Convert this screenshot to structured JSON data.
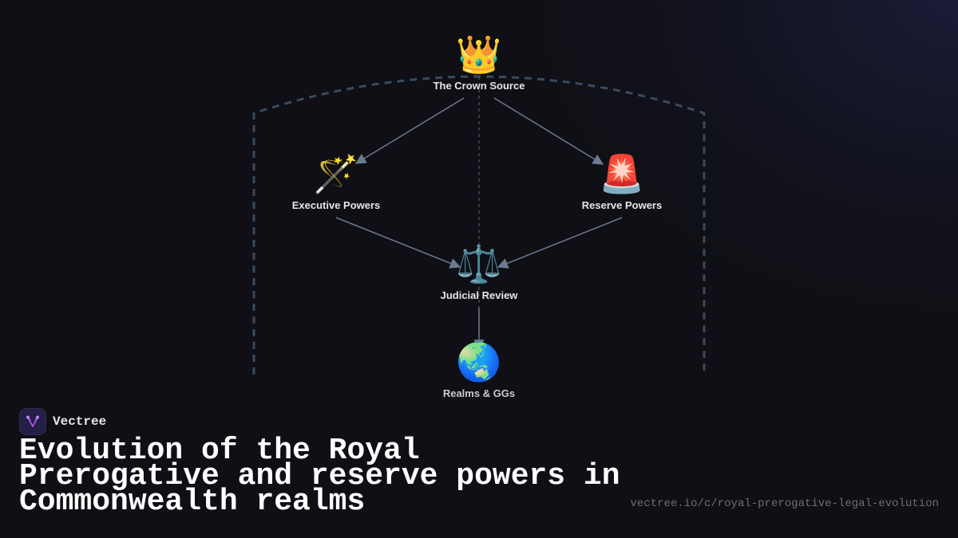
{
  "diagram": {
    "nodes": [
      {
        "id": "crown",
        "label": "The Crown Source",
        "icon": "crown-icon",
        "glyph": "👑"
      },
      {
        "id": "executive",
        "label": "Executive Powers",
        "icon": "magic-wand-icon",
        "glyph": "🪄"
      },
      {
        "id": "reserve",
        "label": "Reserve Powers",
        "icon": "siren-light-icon",
        "glyph": "🚨"
      },
      {
        "id": "judicial",
        "label": "Judicial Review",
        "icon": "scales-icon",
        "glyph": "⚖️"
      },
      {
        "id": "realms",
        "label": "Realms & GGs",
        "icon": "globe-asia-australia-icon",
        "glyph": "🌏"
      }
    ],
    "edges": [
      {
        "from": "crown",
        "to": "executive"
      },
      {
        "from": "crown",
        "to": "reserve"
      },
      {
        "from": "executive",
        "to": "judicial"
      },
      {
        "from": "reserve",
        "to": "judicial"
      },
      {
        "from": "judicial",
        "to": "realms"
      }
    ],
    "colors": {
      "edge": "#6b7a8f",
      "frame": "#3a4a5e",
      "background": "#0f0f15"
    }
  },
  "brand": {
    "name": "Vectree",
    "logo_color": "#a855f7"
  },
  "title": "Evolution of the Royal Prerogative and reserve powers in Commonwealth realms",
  "url": "vectree.io/c/royal-prerogative-legal-evolution"
}
